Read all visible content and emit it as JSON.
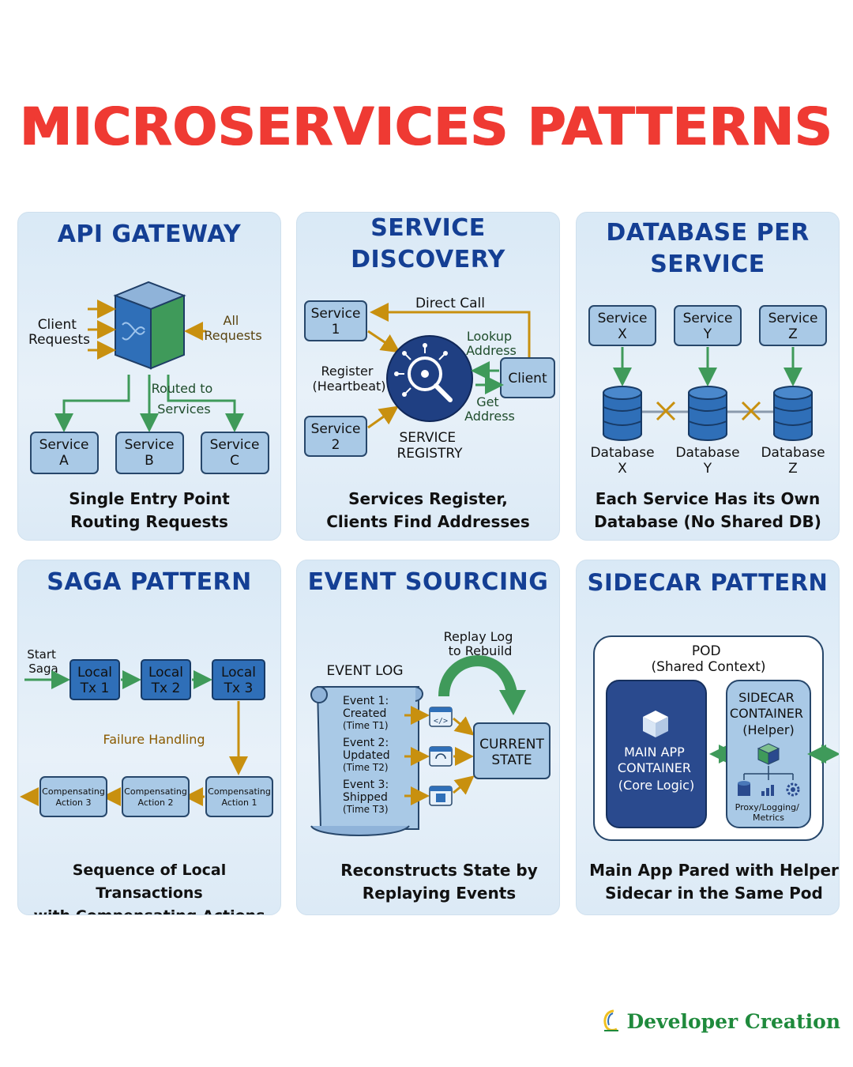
{
  "title": "MICROSERVICES PATTERNS",
  "panels": {
    "api_gateway": {
      "title": "API GATEWAY",
      "client_requests": [
        "Client",
        "Requests"
      ],
      "all_requests": [
        "All",
        "Requests"
      ],
      "routed": [
        "Routed to",
        "Services"
      ],
      "services": [
        [
          "Service",
          "A"
        ],
        [
          "Service",
          "B"
        ],
        [
          "Service",
          "C"
        ]
      ],
      "caption": [
        "Single Entry Point",
        "Routing Requests"
      ]
    },
    "service_discovery": {
      "title": [
        "SERVICE",
        "DISCOVERY"
      ],
      "service1": [
        "Service",
        "1"
      ],
      "service2": [
        "Service",
        "2"
      ],
      "direct_call": "Direct Call",
      "lookup": [
        "Lookup",
        "Address"
      ],
      "register": [
        "Register",
        "(Heartbeat)"
      ],
      "client": "Client",
      "get_address": [
        "Get",
        "Address"
      ],
      "registry": [
        "SERVICE",
        "REGISTRY"
      ],
      "caption": [
        "Services Register,",
        "Clients Find Addresses"
      ]
    },
    "db_per_service": {
      "title": [
        "DATABASE PER",
        "SERVICE"
      ],
      "services": [
        [
          "Service",
          "X"
        ],
        [
          "Service",
          "Y"
        ],
        [
          "Service",
          "Z"
        ]
      ],
      "databases": [
        [
          "Database",
          "X"
        ],
        [
          "Database",
          "Y"
        ],
        [
          "Database",
          "Z"
        ]
      ],
      "caption": [
        "Each Service Has its Own",
        "Database (No Shared DB)"
      ]
    },
    "saga": {
      "title": "SAGA PATTERN",
      "start": [
        "Start",
        "Saga"
      ],
      "local": [
        [
          "Local",
          "Tx 1"
        ],
        [
          "Local",
          "Tx 2"
        ],
        [
          "Local",
          "Tx 3"
        ]
      ],
      "failure": "Failure Handling",
      "compensating": [
        [
          "Compensating",
          "Action 3"
        ],
        [
          "Compensating",
          "Action 2"
        ],
        [
          "Compensating",
          "Action 1"
        ]
      ],
      "caption": [
        "Sequence of Local Transactions",
        "with Compensating Actions"
      ]
    },
    "event_sourcing": {
      "title": "EVENT SOURCING",
      "replay": [
        "Replay Log",
        "to Rebuild"
      ],
      "event_log": "EVENT LOG",
      "events": [
        [
          "Event 1:",
          "Created",
          "(Time T1)"
        ],
        [
          "Event 2:",
          "Updated",
          "(Time T2)"
        ],
        [
          "Event 3:",
          "Shipped",
          "(Time T3)"
        ]
      ],
      "state": [
        "CURRENT",
        "STATE"
      ],
      "caption": [
        "Reconstructs State by",
        "Replaying Events"
      ]
    },
    "sidecar": {
      "title": "SIDECAR PATTERN",
      "pod": [
        "POD",
        "(Shared Context)"
      ],
      "main_app": [
        "MAIN APP",
        "CONTAINER",
        "(Core Logic)"
      ],
      "sidecar": [
        "SIDECAR",
        "CONTAINER",
        "(Helper)"
      ],
      "tools": [
        "Proxy/Logging/",
        "Metrics"
      ],
      "caption": [
        "Main App Pared with Helper",
        "Sidecar in the Same Pod"
      ]
    }
  },
  "brand": "Developer Creation",
  "colors": {
    "title": "#ef3a33",
    "panel_title": "#143f94",
    "green_arrow": "#3f9a5a",
    "gold_arrow": "#c8900f",
    "brand": "#1f8a3c"
  }
}
